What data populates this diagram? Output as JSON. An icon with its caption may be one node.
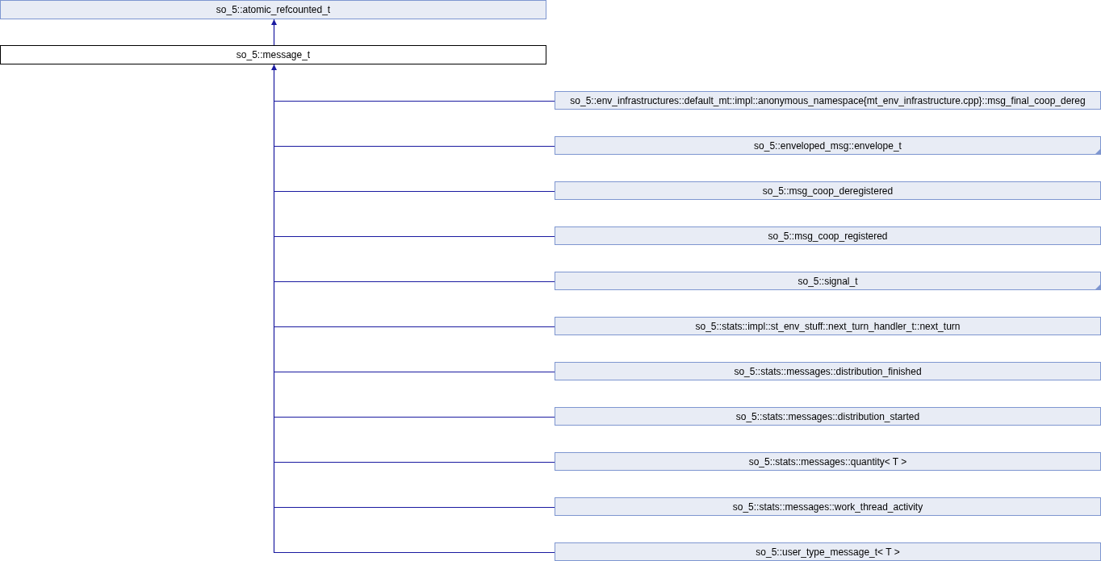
{
  "diagram": {
    "nodes": [
      {
        "text": [
          "so_5::atomic_refcounted_t"
        ]
      },
      {
        "text": [
          "so_5::message_t"
        ]
      },
      {
        "text": [
          "so_5::env_infrastructures::default_mt::impl::anonymous_namespace{mt_env_infrastructure.cpp}::msg_final_coop_dereg"
        ]
      },
      {
        "text": [
          "so_5::enveloped_msg::envelope_t"
        ]
      },
      {
        "text": [
          "so_5::msg_coop_deregistered"
        ]
      },
      {
        "text": [
          "so_5::msg_coop_registered"
        ]
      },
      {
        "text": [
          "so_5::signal_t"
        ]
      },
      {
        "text": [
          "so_5::stats::impl::st_env_stuff::next_turn_handler_t::next_turn"
        ]
      },
      {
        "text": [
          "so_5::stats::messages::distribution_finished"
        ]
      },
      {
        "text": [
          "so_5::stats::messages::distribution_started"
        ]
      },
      {
        "text": [
          "so_5::stats::messages::quantity< T >"
        ]
      },
      {
        "text": [
          "so_5::stats::messages::work_thread_activity"
        ]
      },
      {
        "text": [
          "so_5::user_type_message_t< T >"
        ]
      }
    ],
    "edges": [
      {
        "from": 1,
        "to": 0,
        "arrow": "to"
      },
      {
        "from": 2,
        "to": 1,
        "arrow": "to"
      },
      {
        "from": 3,
        "to": 1,
        "arrow": "to"
      },
      {
        "from": 4,
        "to": 1,
        "arrow": "to"
      },
      {
        "from": 5,
        "to": 1,
        "arrow": "to"
      },
      {
        "from": 6,
        "to": 1,
        "arrow": "to"
      },
      {
        "from": 7,
        "to": 1,
        "arrow": "to"
      },
      {
        "from": 8,
        "to": 1,
        "arrow": "to"
      },
      {
        "from": 9,
        "to": 1,
        "arrow": "to"
      },
      {
        "from": 10,
        "to": 1,
        "arrow": "to"
      },
      {
        "from": 11,
        "to": 1,
        "arrow": "to"
      },
      {
        "from": 12,
        "to": 1,
        "arrow": "to"
      }
    ]
  }
}
